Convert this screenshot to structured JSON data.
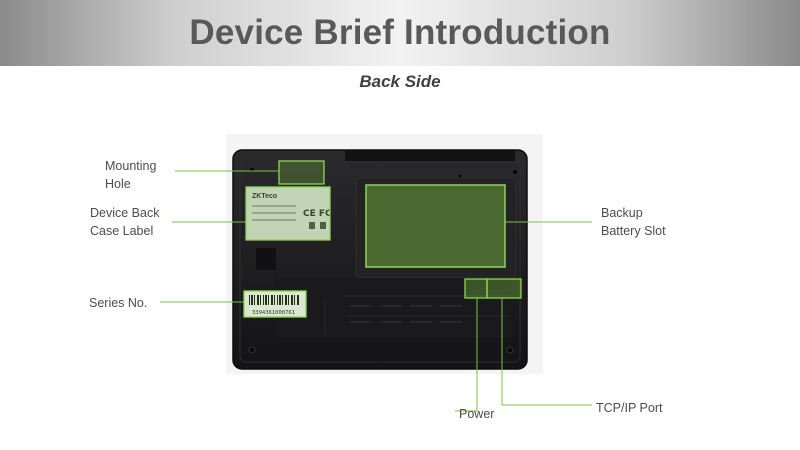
{
  "header": {
    "title": "Device Brief Introduction"
  },
  "subtitle": "Back Side",
  "device": {
    "brand": "ZKTeco",
    "serial": "3394361000761"
  },
  "labels": {
    "mounting_hole": "Mounting\nHole",
    "device_back_case_label": "Device Back\nCase Label",
    "series_no": "Series No.",
    "backup_battery_slot": "Backup\nBattery Slot",
    "power": "Power",
    "tcp_ip_port": "TCP/IP Port"
  },
  "colors": {
    "highlight_fill": "#7dc242",
    "highlight_stroke": "#8cd651",
    "leader_line": "#7dc242",
    "device_body": "#1d1d1f"
  }
}
